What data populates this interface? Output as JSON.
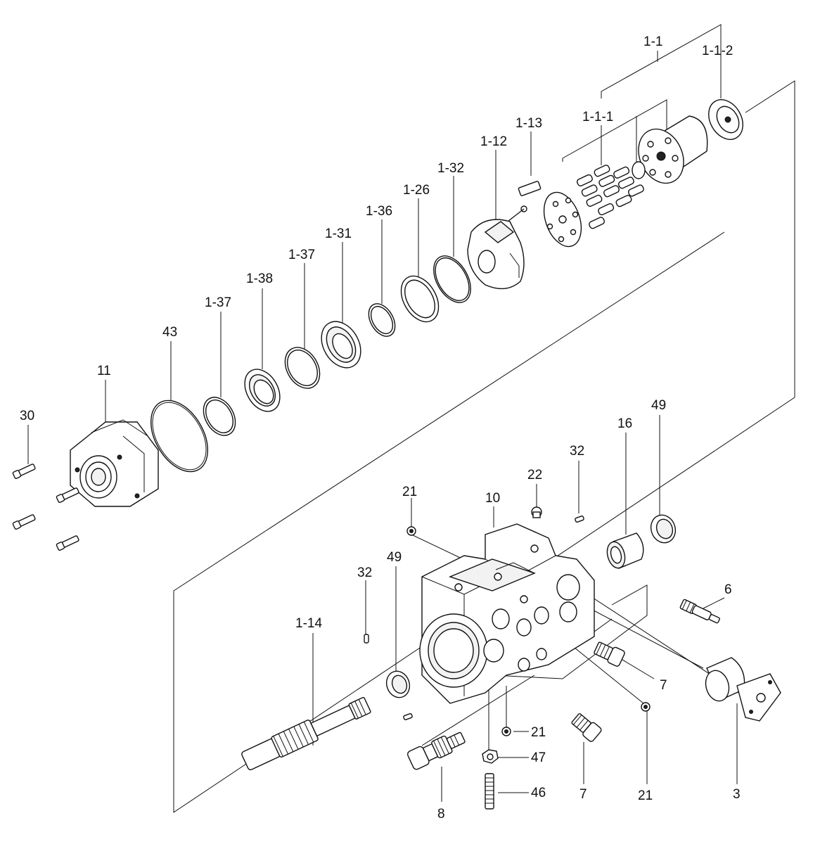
{
  "labels": {
    "l_1_1": "1-1",
    "l_1_1_2": "1-1-2",
    "l_1_1_1": "1-1-1",
    "l_1_13": "1-13",
    "l_1_12": "1-12",
    "l_1_32": "1-32",
    "l_1_26": "1-26",
    "l_1_36": "1-36",
    "l_1_31": "1-31",
    "l_1_37a": "1-37",
    "l_1_38": "1-38",
    "l_1_37b": "1-37",
    "l_43": "43",
    "l_11": "11",
    "l_30": "30",
    "l_49a": "49",
    "l_16": "16",
    "l_32a": "32",
    "l_22": "22",
    "l_21a": "21",
    "l_10": "10",
    "l_32b": "32",
    "l_49b": "49",
    "l_6": "6",
    "l_1_14": "1-14",
    "l_7a": "7",
    "l_21b": "21",
    "l_47": "47",
    "l_46": "46",
    "l_8": "8",
    "l_7b": "7",
    "l_21c": "21",
    "l_3": "3"
  }
}
